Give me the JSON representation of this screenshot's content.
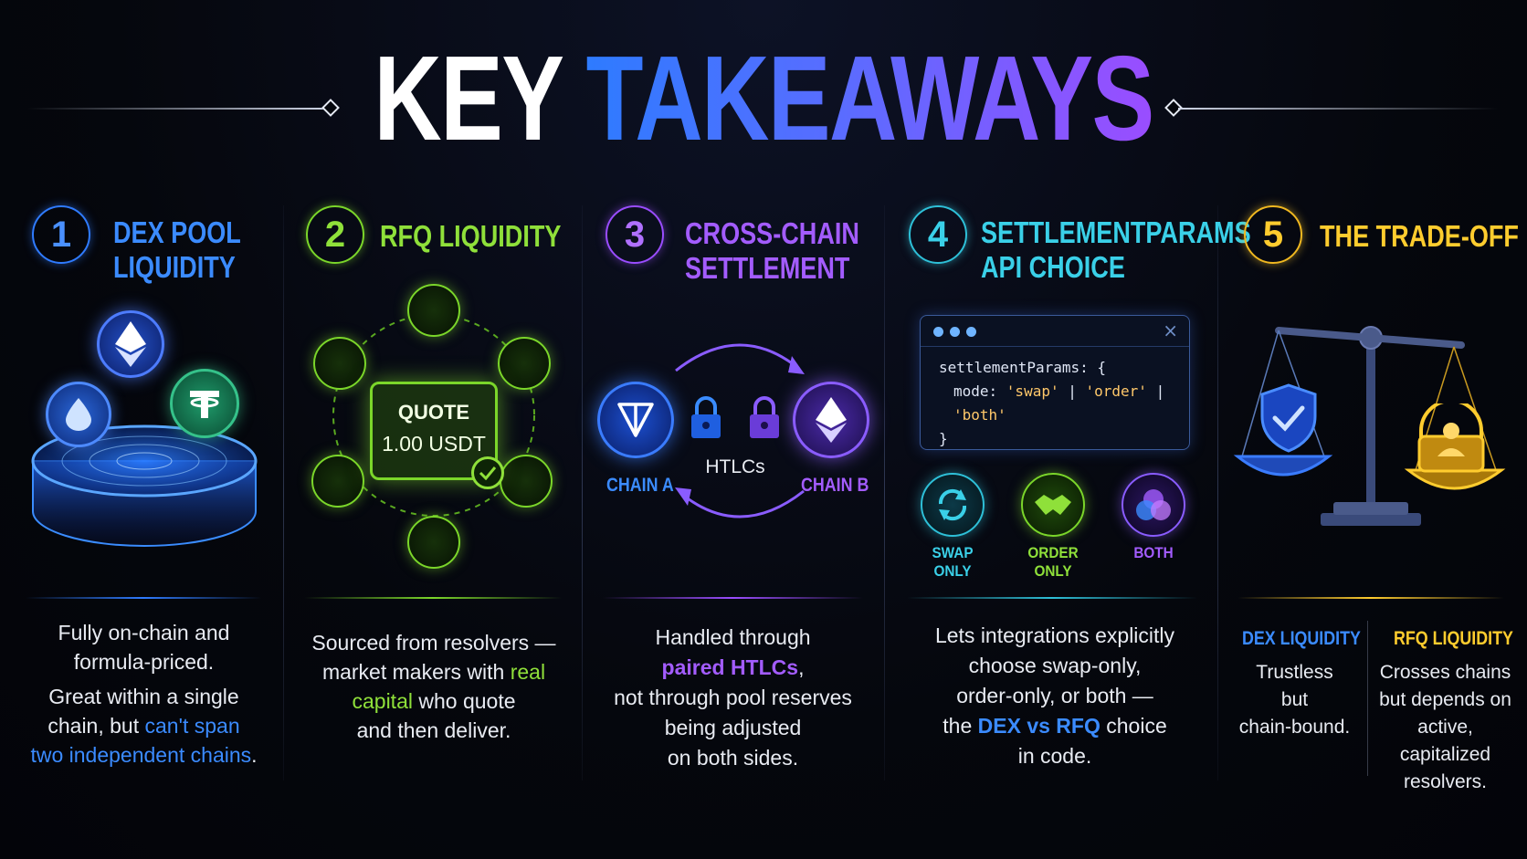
{
  "header": {
    "title_word1": "KEY",
    "title_word2": "TAKEAWAYS"
  },
  "colors": {
    "blue": "#3b8bff",
    "green": "#8fe03a",
    "purple": "#a35cff",
    "cyan": "#3ad0e8",
    "gold": "#ffcc2e"
  },
  "columns": [
    {
      "number": "1",
      "title_line1": "DEX POOL",
      "title_line2": "LIQUIDITY",
      "color": "#2f7bff",
      "icons": [
        "pool-icon",
        "ethereum-icon",
        "water-drop-icon",
        "tether-icon"
      ],
      "body_p1_a": "Fully on-chain and",
      "body_p1_b": "formula-priced.",
      "body_p2_a": "Great within a single",
      "body_p2_b": "chain, but ",
      "body_p2_hl1": "can't span",
      "body_p2_hl2": "two independent chains",
      "body_p2_end": "."
    },
    {
      "number": "2",
      "title_line1": "RFQ LIQUIDITY",
      "color": "#8fe03a",
      "quote_label": "QUOTE",
      "quote_value": "1.00 USDT",
      "body_a": "Sourced from resolvers —",
      "body_b": "market makers with ",
      "body_hl1": "real",
      "body_hl2": "capital",
      "body_c": " who quote",
      "body_d": "and then deliver."
    },
    {
      "number": "3",
      "title_line1": "CROSS-CHAIN",
      "title_line2": "SETTLEMENT",
      "color": "#a35cff",
      "htlc_label": "HTLCs",
      "chain_a": "CHAIN A",
      "chain_b": "CHAIN B",
      "body_a": "Handled through",
      "body_hl": "paired HTLCs",
      "body_b_end": ",",
      "body_c": "not through pool reserves",
      "body_d": "being adjusted",
      "body_e": "on both sides."
    },
    {
      "number": "4",
      "title_line1": "SETTLEMENTPARAMS",
      "title_line2": "API CHOICE",
      "color": "#3ad0e8",
      "code_line1": "settlementParams: {",
      "code_line2_key": "mode: ",
      "code_line2_v1": "'swap'",
      "code_line2_sep1": " | ",
      "code_line2_v2": "'order'",
      "code_line2_sep2": " | ",
      "code_line2_v3": "'both'",
      "code_line3": "}",
      "close_glyph": "×",
      "options": [
        {
          "line1": "SWAP",
          "line2": "ONLY",
          "icon": "refresh-icon"
        },
        {
          "line1": "ORDER",
          "line2": "ONLY",
          "icon": "handshake-icon"
        },
        {
          "line1": "BOTH",
          "line2": "",
          "icon": "overlap-circles-icon"
        }
      ],
      "body_a": "Lets integrations explicitly",
      "body_b": "choose swap-only,",
      "body_c": "order-only, or both —",
      "body_d_pre": "the ",
      "body_d_hl": "DEX vs RFQ",
      "body_d_post": " choice",
      "body_e": "in code."
    },
    {
      "number": "5",
      "title_line1": "THE TRADE-OFF",
      "color": "#ffcc2e",
      "left_label": "DEX LIQUIDITY",
      "left_a": "Trustless",
      "left_b": "but",
      "left_c": "chain-bound.",
      "right_label": "RFQ LIQUIDITY",
      "right_a": "Crosses chains",
      "right_b": "but depends on",
      "right_c": "active, capitalized",
      "right_d": "resolvers."
    }
  ]
}
